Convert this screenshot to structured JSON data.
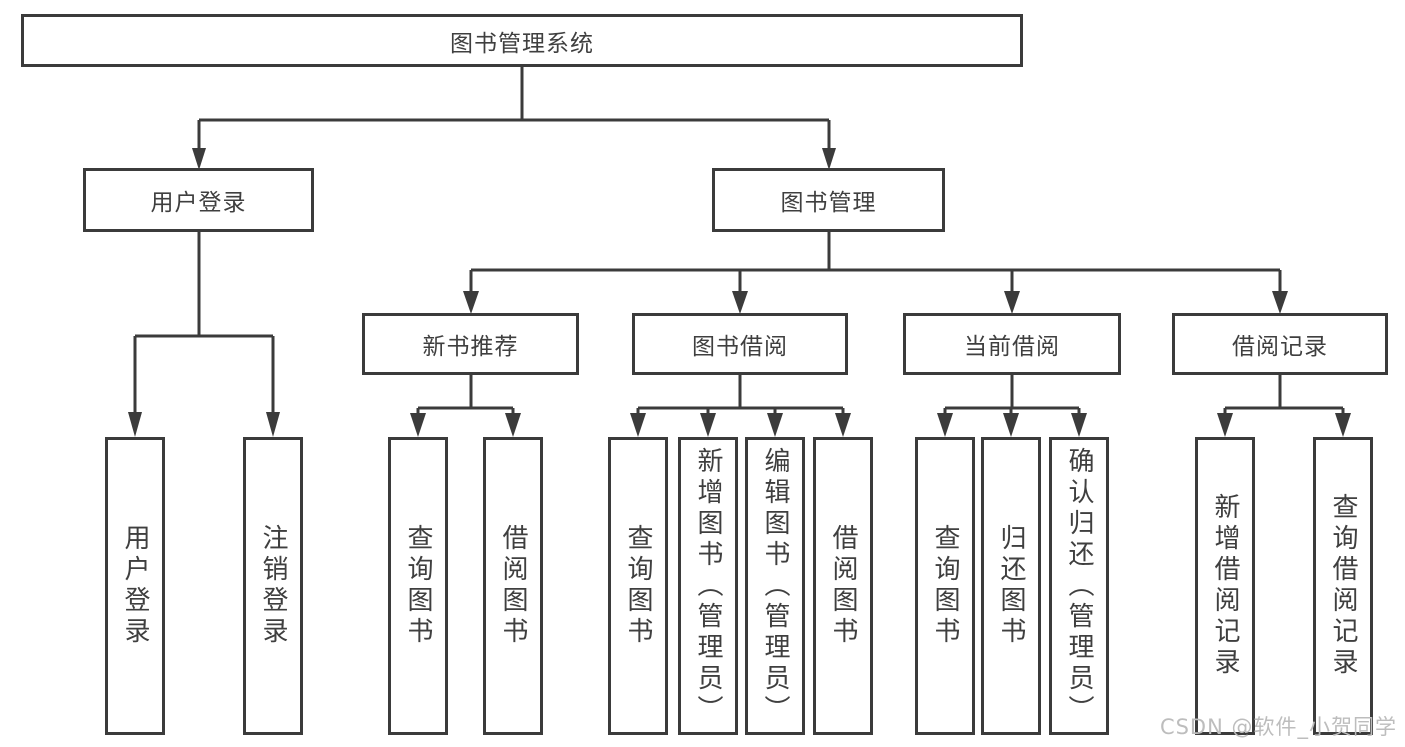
{
  "diagram": {
    "root": {
      "label": "图书管理系统"
    },
    "branches": [
      {
        "label": "用户登录",
        "children": [
          {
            "label": "用户登录"
          },
          {
            "label": "注销登录"
          }
        ]
      },
      {
        "label": "图书管理",
        "children": [
          {
            "label": "新书推荐",
            "children": [
              {
                "label": "查询图书"
              },
              {
                "label": "借阅图书"
              }
            ]
          },
          {
            "label": "图书借阅",
            "children": [
              {
                "label": "查询图书"
              },
              {
                "label": "新增图书（管理员）"
              },
              {
                "label": "编辑图书（管理员）"
              },
              {
                "label": "借阅图书"
              }
            ]
          },
          {
            "label": "当前借阅",
            "children": [
              {
                "label": "查询图书"
              },
              {
                "label": "归还图书"
              },
              {
                "label": "确认归还（管理员）"
              }
            ]
          },
          {
            "label": "借阅记录",
            "children": [
              {
                "label": "新增借阅记录"
              },
              {
                "label": "查询借阅记录"
              }
            ]
          }
        ]
      }
    ]
  },
  "watermark": {
    "text": "CSDN @软件_小贺同学"
  },
  "colors": {
    "line": "#3b3b3b",
    "text": "#3f3f3f",
    "box_fill": "#ffffff",
    "watermark": "#bdbdbd"
  }
}
